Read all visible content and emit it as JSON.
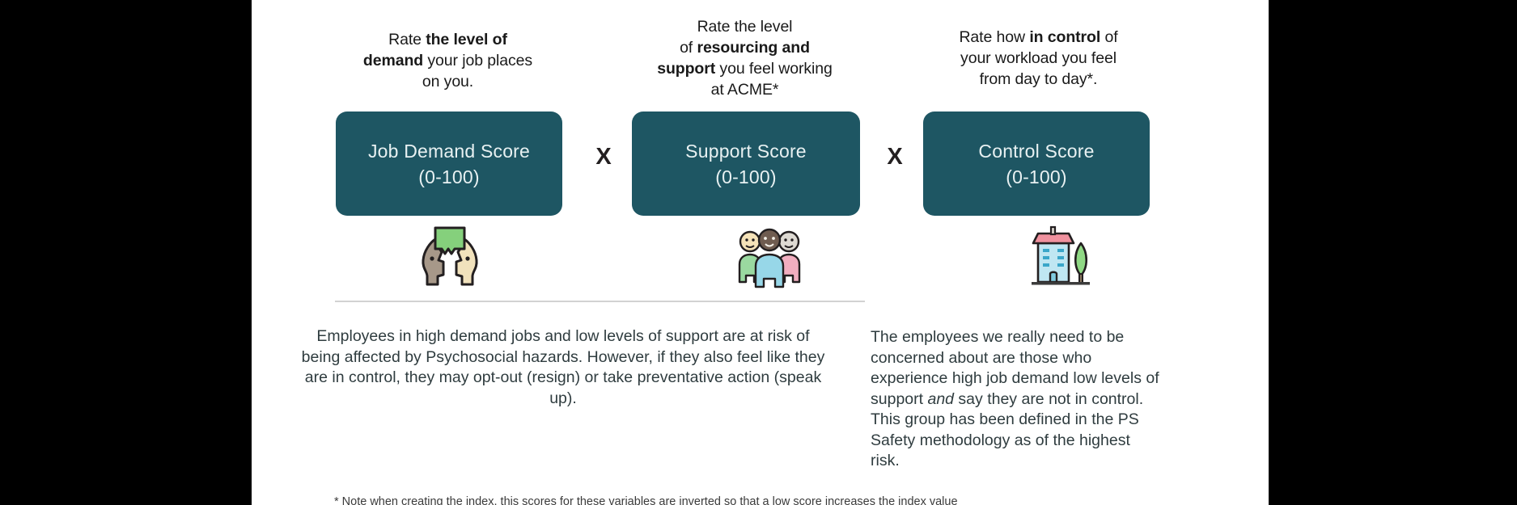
{
  "slide": {
    "background_color": "#ffffff",
    "letterbox_color": "#000000",
    "accent_color": "#1e5663",
    "divider_color": "#d2d2d2"
  },
  "prompts": {
    "demand": {
      "line1_plain": "Rate ",
      "line1_bold": "the level of",
      "line2_bold": "demand",
      "line2_plain": " your job places",
      "line3_plain": "on you."
    },
    "support": {
      "line1_plain": "Rate the level",
      "line2_plain": "of ",
      "line2_bold": "resourcing and",
      "line3_bold": "support",
      "line3_plain": " you feel working",
      "line4_plain": "at ACME*"
    },
    "control": {
      "line1_plain": "Rate how ",
      "line1_bold": "in control",
      "line1_tail": " of",
      "line2_plain": "your workload you feel",
      "line3_plain": "from day to day*."
    }
  },
  "boxes": [
    {
      "title": "Job Demand Score",
      "range": "(0-100)",
      "icon": "two-faces-speech-bubble-icon"
    },
    {
      "title": "Support Score",
      "range": "(0-100)",
      "icon": "three-people-icon"
    },
    {
      "title": "Control Score",
      "range": "(0-100)",
      "icon": "office-building-tree-icon"
    }
  ],
  "multipliers": {
    "first": "X",
    "second": "X"
  },
  "paragraphs": {
    "left": "Employees in high demand jobs and low levels of support are at risk of being affected by Psychosocial hazards. However, if they also feel like they are in control, they may opt-out (resign) or take preventative action (speak up).",
    "right_part1": "The employees we really need to be concerned about are those who experience high job demand low levels of support ",
    "right_italic": "and",
    "right_part2": " say they are not in control. This group has been defined in the PS Safety methodology as of the highest risk."
  },
  "footnote": "* Note when creating the index, this scores for these variables are inverted so that a low score increases the index value"
}
